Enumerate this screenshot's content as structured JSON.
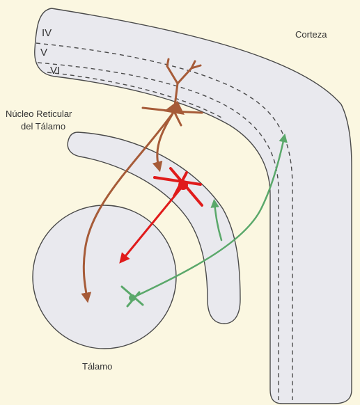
{
  "labels": {
    "corteza": "Corteza",
    "nucleo_line1": "Núcleo Reticular",
    "nucleo_line2": "del Tálamo",
    "talamo": "Tálamo",
    "layer_iv": "IV",
    "layer_v": "V",
    "layer_vi": "VI"
  },
  "colors": {
    "background": "#fbf7e1",
    "structure_fill": "#e9e9ee",
    "outline": "#4a4a4a",
    "cortical_neuron": "#a65b38",
    "reticular_neuron": "#e01b1b",
    "thalamic_neuron": "#5aa86a"
  }
}
